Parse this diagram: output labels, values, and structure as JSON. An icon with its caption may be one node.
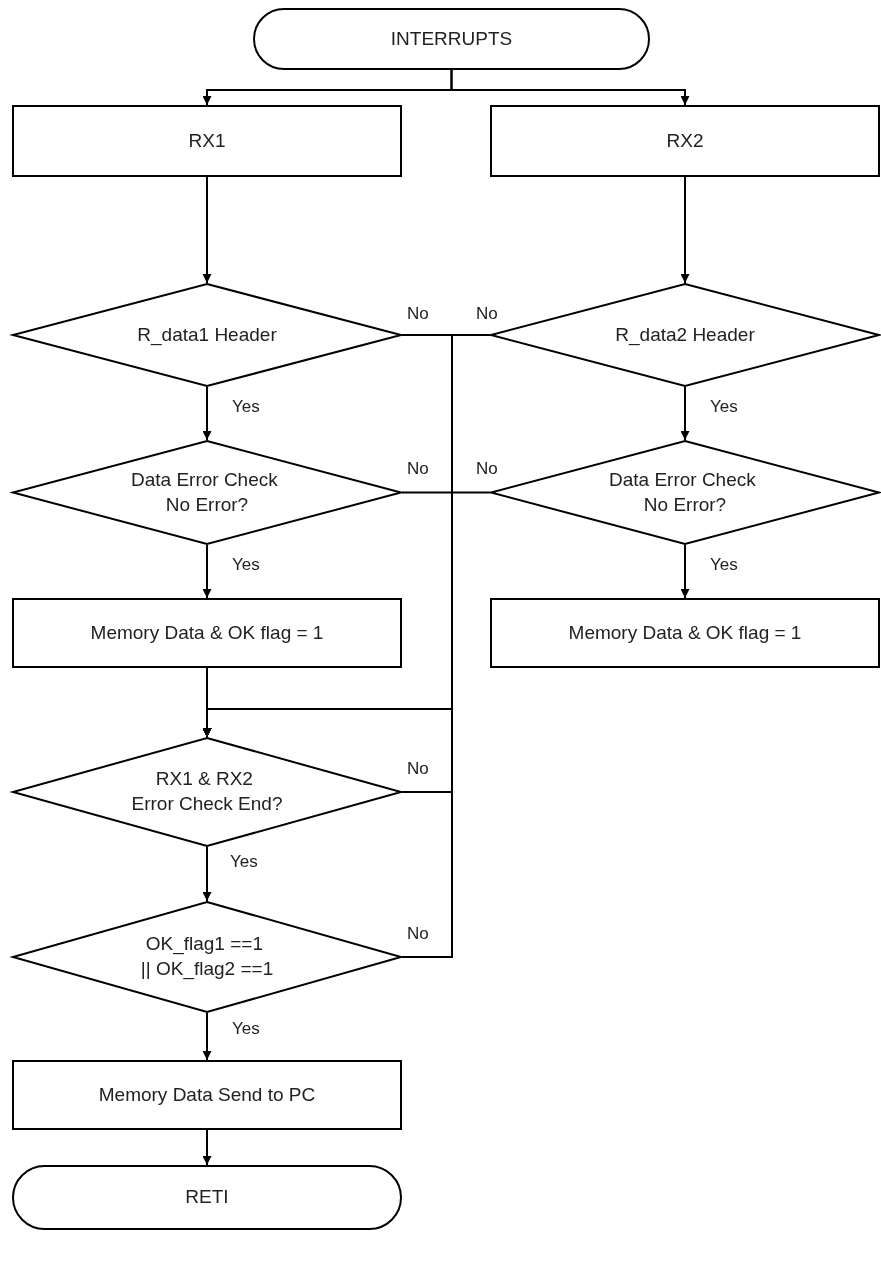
{
  "diagram": {
    "nodes": [
      {
        "text": [
          "INTERRUPTS"
        ]
      },
      {
        "text": [
          "RX1"
        ]
      },
      {
        "text": [
          "RX2"
        ]
      },
      {
        "text": [
          "R_data1 Header"
        ]
      },
      {
        "text": [
          "R_data2 Header"
        ]
      },
      {
        "text": [
          "Data Error Check No Error?"
        ]
      },
      {
        "text": [
          "Data Error Check No Error?"
        ]
      },
      {
        "text": [
          "Memory Data & OK flag = 1"
        ]
      },
      {
        "text": [
          "Memory Data & OK flag = 1"
        ]
      },
      {
        "text": [
          "RX1 & RX2 Error Check End?"
        ]
      },
      {
        "text": [
          "OK_flag1 ==1 || OK_flag2 ==1"
        ]
      },
      {
        "text": [
          "Memory Data Send to PC"
        ]
      },
      {
        "text": [
          "RETI"
        ]
      }
    ],
    "edges": [
      {
        "from": 0,
        "to": 1,
        "arrow": "to"
      },
      {
        "from": 0,
        "to": 2,
        "arrow": "to"
      },
      {
        "from": 1,
        "to": 3,
        "arrow": "to"
      },
      {
        "from": 2,
        "to": 4,
        "arrow": "to"
      },
      {
        "from": 3,
        "to": 5,
        "arrow": "to",
        "label": "Yes"
      },
      {
        "from": 4,
        "to": 6,
        "arrow": "to",
        "label": "Yes"
      },
      {
        "from": 5,
        "to": 7,
        "arrow": "to",
        "label": "Yes"
      },
      {
        "from": 6,
        "to": 8,
        "arrow": "to",
        "label": "Yes"
      },
      {
        "from": 7,
        "to": 9,
        "arrow": "to"
      },
      {
        "from": 3,
        "to": 9,
        "arrow": "to",
        "label": "No"
      },
      {
        "from": 4,
        "to": 9,
        "arrow": "to",
        "label": "No"
      },
      {
        "from": 5,
        "to": 9,
        "arrow": "to",
        "label": "No"
      },
      {
        "from": 6,
        "to": 9,
        "arrow": "to",
        "label": "No"
      },
      {
        "from": 9,
        "to": 9,
        "arrow": "to",
        "label": "No"
      },
      {
        "from": 10,
        "to": 9,
        "arrow": "to",
        "label": "No"
      },
      {
        "from": 9,
        "to": 10,
        "arrow": "to",
        "label": "Yes"
      },
      {
        "from": 10,
        "to": 11,
        "arrow": "to",
        "label": "Yes"
      },
      {
        "from": 11,
        "to": 12,
        "arrow": "to"
      }
    ]
  }
}
